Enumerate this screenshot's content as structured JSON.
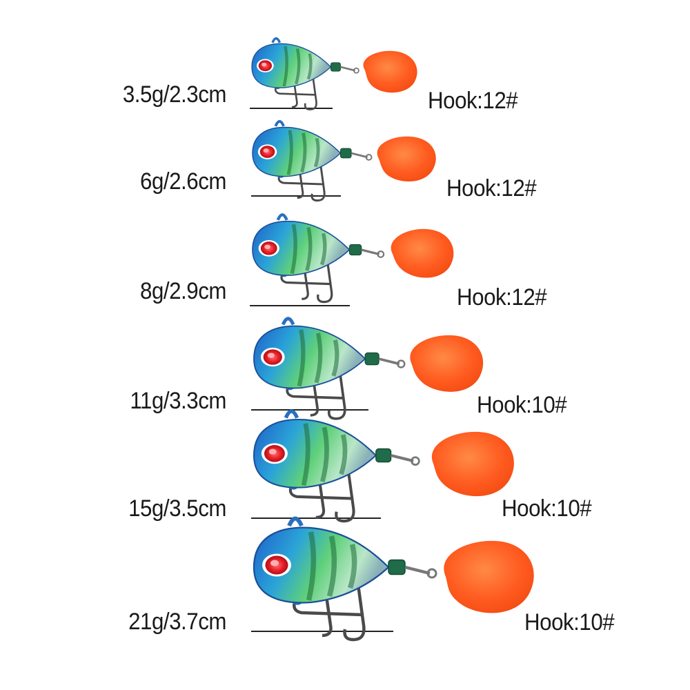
{
  "lures": [
    {
      "size_label": "3.5g/2.3cm",
      "hook_label": "Hook:12#"
    },
    {
      "size_label": "6g/2.6cm",
      "hook_label": "Hook:12#"
    },
    {
      "size_label": "8g/2.9cm",
      "hook_label": "Hook:12#"
    },
    {
      "size_label": "11g/3.3cm",
      "hook_label": "Hook:10#"
    },
    {
      "size_label": "15g/3.5cm",
      "hook_label": "Hook:10#"
    },
    {
      "size_label": "21g/3.7cm",
      "hook_label": "Hook:10#"
    }
  ],
  "colors": {
    "blade": "#ff5a1f",
    "body_blue": "#2a7fd4",
    "body_green": "#46c46a",
    "eye": "#e8202a",
    "hook": "#555555",
    "label_text": "#1a1a1a"
  }
}
